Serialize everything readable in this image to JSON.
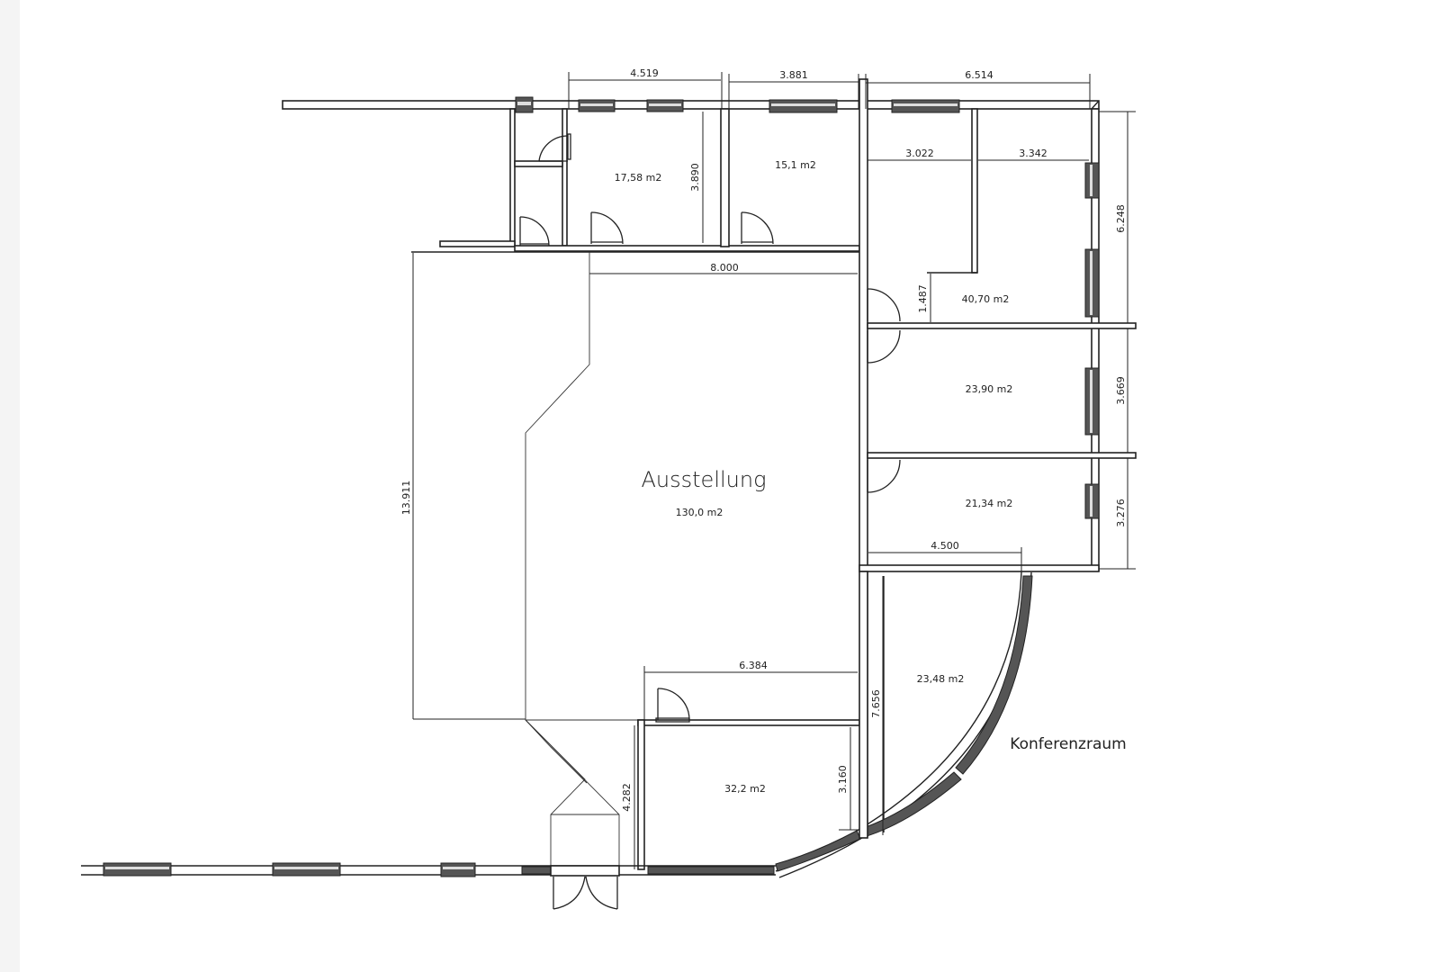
{
  "plan": {
    "rooms": [
      {
        "id": "room-1",
        "area": "17,58  m2"
      },
      {
        "id": "room-2",
        "area": "15,1  m2"
      },
      {
        "id": "room-3",
        "area": "40,70  m2"
      },
      {
        "id": "room-4",
        "area": "23,90  m2"
      },
      {
        "id": "room-5",
        "area": "21,34  m2"
      },
      {
        "id": "exhibition",
        "name": "Ausstellung",
        "area": "130,0  m2"
      },
      {
        "id": "room-6",
        "area": "23,48  m2"
      },
      {
        "id": "room-7",
        "area": "32,2  m2"
      }
    ],
    "labels": {
      "conference": "Konferenzraum"
    },
    "dimensions": {
      "top_1": "4.519",
      "top_2": "3.881",
      "top_3": "6.514",
      "inner_1": "3.022",
      "inner_2": "3.342",
      "h_3890": "3.890",
      "right_1": "6.248",
      "right_2": "3.669",
      "right_3": "3.276",
      "h_1487": "1.487",
      "w_8000": "8.000",
      "left_13911": "13.911",
      "w_4500": "4.500",
      "w_6384": "6.384",
      "h_7656": "7.656",
      "h_3160": "3.160",
      "h_4282": "4.282"
    }
  }
}
